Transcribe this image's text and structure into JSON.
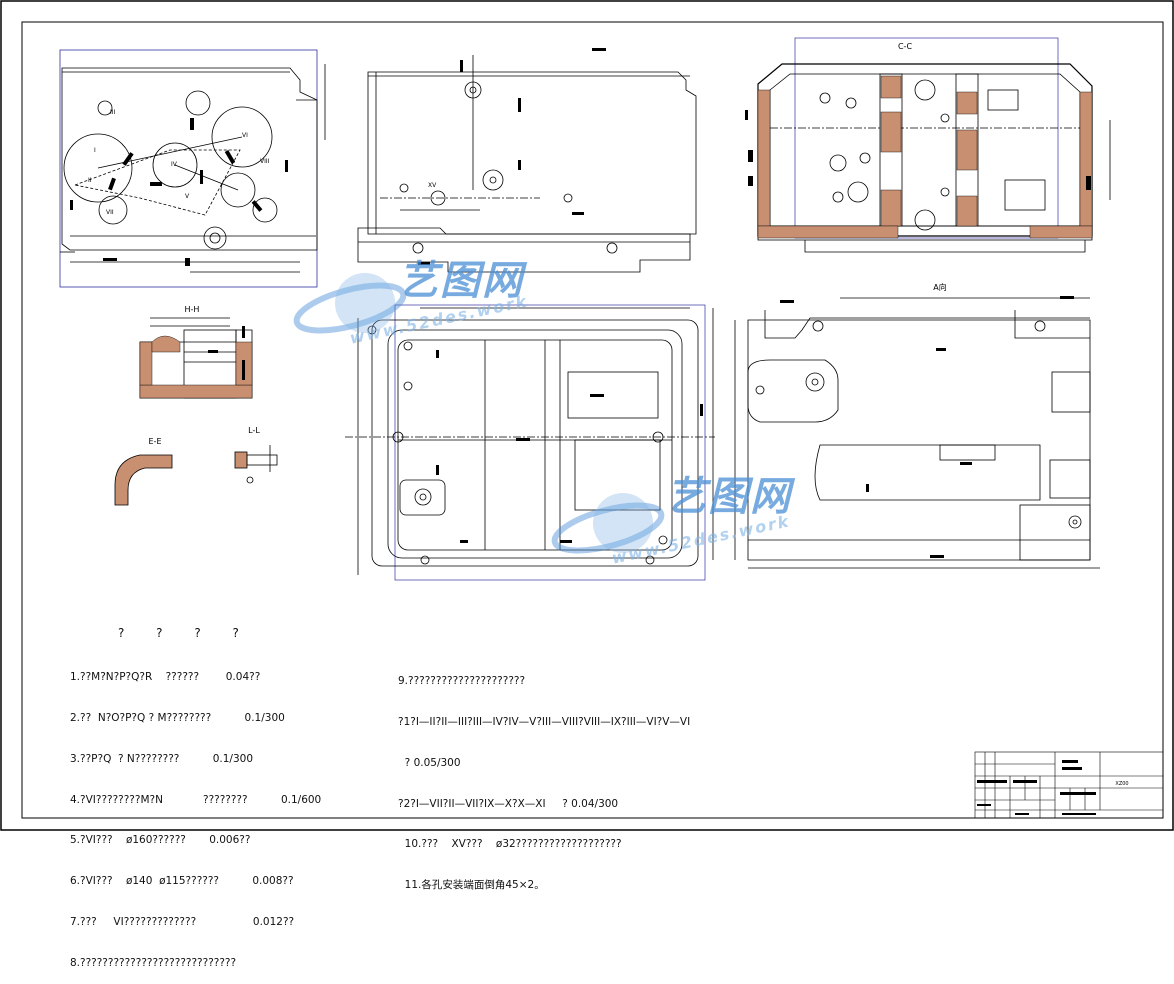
{
  "drawing": {
    "view_labels": {
      "section_c": "C-C",
      "section_h": "H-H",
      "section_e": "E-E",
      "section_l": "L-L",
      "view_a": "A向"
    },
    "notes_title": "? ? ? ?",
    "notes_left": [
      "1.??M?N?P?Q?R    ??????        0.04??",
      "2.??  N?O?P?Q ? M????????          0.1/300",
      "3.??P?Q  ? N????????          0.1/300",
      "4.?VI????????M?N            ????????          0.1/600",
      "5.?VI???    ø160??????       0.006??",
      "6.?VI???    ø140  ø115??????          0.008??",
      "7.???     VI?????????????                 0.012??",
      "8.????????????????????????????"
    ],
    "notes_right": [
      "9.?????????????????????",
      "?1?I—II?II—III?III—IV?IV—V?III—VIII?VIII—IX?III—VI?V—VI",
      "  ? 0.05/300",
      "?2?I—VII?II—VII?IX—X?X—XI     ? 0.04/300",
      "  10.???    XV???    ø32???????????????????",
      "  11.各孔安装端面倒角45×2。"
    ],
    "roman_labels": [
      "I",
      "II",
      "III",
      "IV",
      "V",
      "VI",
      "VII",
      "VIII",
      "XV"
    ],
    "title_block": {
      "drawing_number": "XZ00"
    }
  },
  "watermark": {
    "brand_text": "艺图网",
    "url_text": "www.52des.work"
  }
}
